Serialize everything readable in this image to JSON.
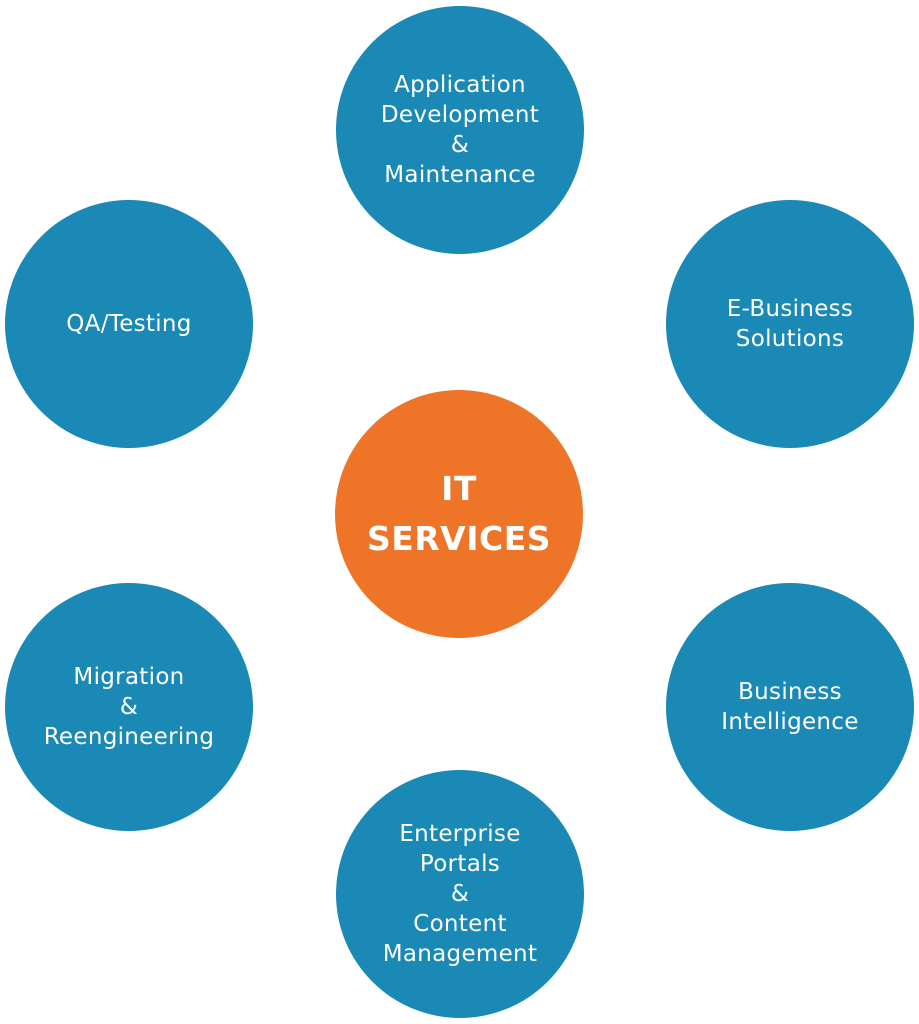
{
  "colors": {
    "satellite": "#1a89b6",
    "hub": "#ee7428",
    "text": "#ffffff"
  },
  "hub": {
    "lines": [
      "IT",
      "SERVICES"
    ]
  },
  "services": {
    "app_dev": {
      "lines": [
        "Application",
        "Development",
        "&",
        "Maintenance"
      ]
    },
    "ebusiness": {
      "lines": [
        "E-Business",
        "Solutions"
      ]
    },
    "qa": {
      "lines": [
        "QA/Testing"
      ]
    },
    "migration": {
      "lines": [
        "Migration",
        "&",
        "Reengineering"
      ]
    },
    "bi": {
      "lines": [
        "Business",
        "Intelligence"
      ]
    },
    "portals": {
      "lines": [
        "Enterprise",
        "Portals",
        "&",
        "Content",
        "Management"
      ]
    }
  }
}
